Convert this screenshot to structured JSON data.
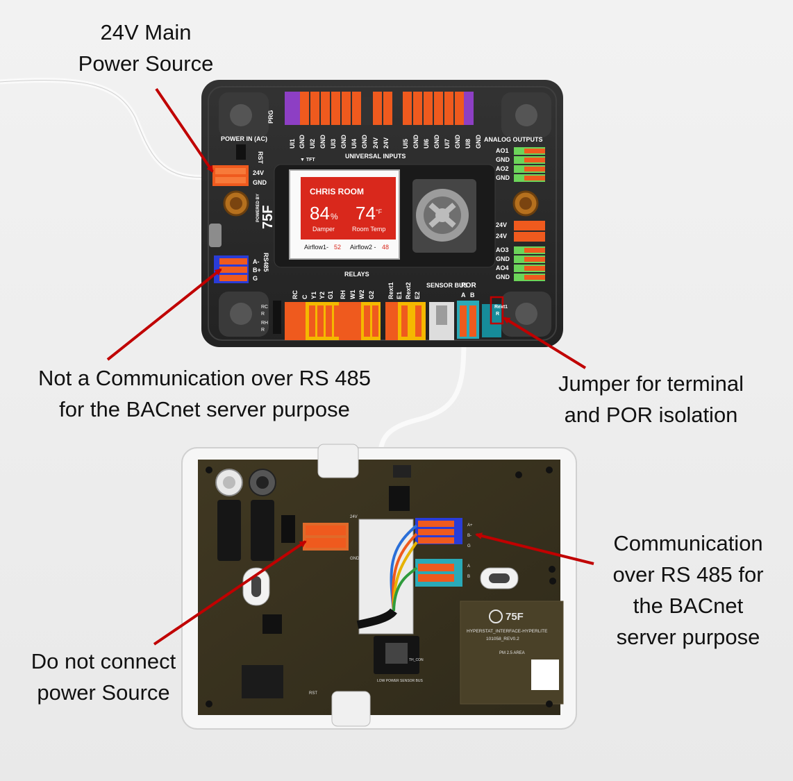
{
  "callouts": {
    "main_power": {
      "line1": "24V Main",
      "line2": "Power Source"
    },
    "not_comm": {
      "line1": "Not a Communication over RS 485",
      "line2": "for the BACnet server purpose"
    },
    "jumper": {
      "line1": "Jumper for terminal",
      "line2": "and POR isolation"
    },
    "comm_rs485": {
      "line1": "Communication",
      "line2": "over RS 485 for",
      "line3": "the BACnet",
      "line4": "server purpose"
    },
    "no_power": {
      "line1": "Do not connect",
      "line2": "power Source"
    }
  },
  "controller": {
    "prg_label": "PRG",
    "power_in_label": "POWER IN (AC)",
    "rst_label": "RST",
    "power_terminals": [
      "24V",
      "GND"
    ],
    "universal_inputs_label": "UNIVERSAL INPUTS",
    "universal_inputs": [
      "UI1",
      "GND",
      "UI2",
      "GND",
      "UI3",
      "GND",
      "UI4",
      "GND",
      "24V",
      "24V",
      "UI5",
      "GND",
      "UI6",
      "GND",
      "UI7",
      "GND",
      "UI8",
      "GND"
    ],
    "tft_label": "▼ TFT",
    "analog_outputs_label": "ANALOG OUTPUTS",
    "analog_outputs_top": [
      "AO1",
      "GND",
      "AO2",
      "GND"
    ],
    "analog_outputs_mid": [
      "24V",
      "24V"
    ],
    "analog_outputs_bottom": [
      "AO3",
      "GND",
      "AO4",
      "GND"
    ],
    "rs485_label": "RS485",
    "rs485_terminals": [
      "A-",
      "B+",
      "G"
    ],
    "relays_label": "RELAYS",
    "relays": [
      "RC",
      "C",
      "Y1",
      "Y2",
      "G1",
      "RH",
      "W1",
      "W2",
      "G2",
      "Rext1",
      "E1",
      "Rext2",
      "E2"
    ],
    "sensor_bus_label": "SENSOR BUS",
    "por_label": "POR",
    "por_terminals": [
      "A",
      "B"
    ],
    "jumper_terminals": [
      "Rext1",
      "R"
    ],
    "side_jumpers": [
      "RC",
      "R",
      "RH",
      "R"
    ],
    "brand_small": "POWERED BY",
    "brand_logo": "75F",
    "screen": {
      "room": "CHRIS ROOM",
      "damper_value": "84",
      "damper_unit": "%",
      "damper_label": "Damper",
      "temp_value": "74",
      "temp_unit": "°F",
      "temp_label": "Room Temp",
      "airflow1": "Airflow1-",
      "airflow1_value": "52",
      "airflow2": "Airflow2 -",
      "airflow2_value": "48"
    }
  },
  "interface_board": {
    "logo": "75F",
    "model": "HYPERSTAT_INTERFACE-HYPERLITE",
    "revision": "101058_REV0.2",
    "area_label": "PM 2.5 AREA",
    "terminal_labels": [
      "A+",
      "B-",
      "G",
      "A",
      "B"
    ],
    "power_labels": [
      "24V",
      "GND"
    ],
    "sensor_bus_label": "LOW POWER SENSOR BUS",
    "connector_label": "TH_CON",
    "rst_label": "RST"
  },
  "colors": {
    "arrow": "#c00000",
    "terminal_orange": "#ef5a1e",
    "terminal_purple": "#8d3fc4",
    "terminal_yellow": "#f5b800",
    "terminal_green": "#6cd45a",
    "terminal_blue": "#2a3cd8",
    "terminal_cyan": "#2aaab8",
    "housing": "#2b2b2b",
    "pcb": "#3a3320"
  }
}
